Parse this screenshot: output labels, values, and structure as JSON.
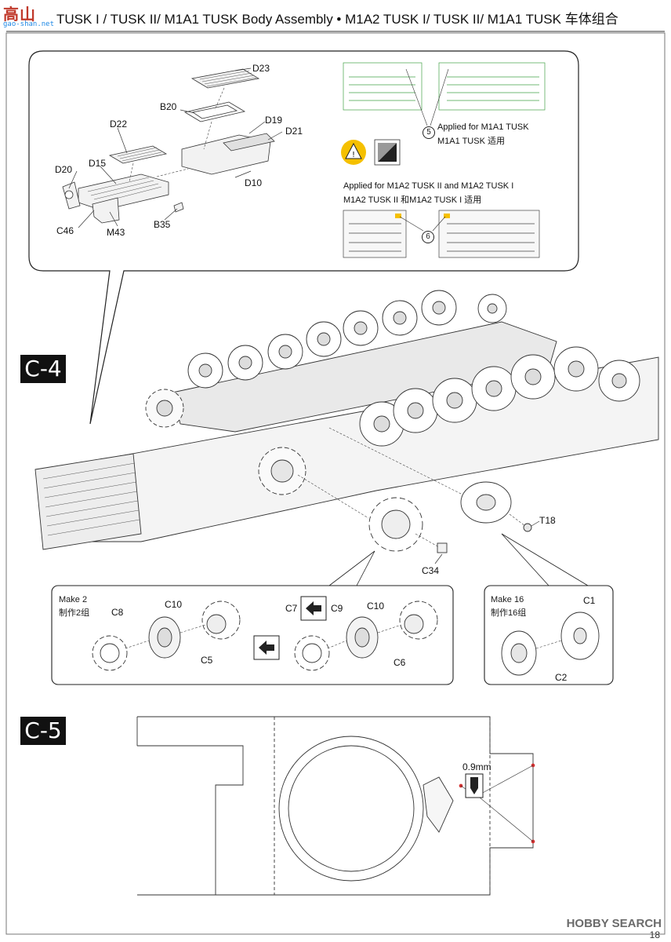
{
  "header": {
    "logo_text": "高山",
    "logo_sub": "gao-shan.net",
    "title": "TUSK I / TUSK II/ M1A1 TUSK Body Assembly • M1A2 TUSK I/ TUSK II/ M1A1 TUSK 车体组合"
  },
  "steps": {
    "c4": "C-4",
    "c5": "C-5"
  },
  "callout": {
    "parts": [
      "D23",
      "B20",
      "D19",
      "D21",
      "D22",
      "D15",
      "D20",
      "D10",
      "C46",
      "M43",
      "B35"
    ],
    "variant_a_num": "5",
    "variant_a_en": "Applied for M1A1 TUSK",
    "variant_a_cn": "M1A1 TUSK 适用",
    "variant_b_num": "6",
    "variant_b_en": "Applied for M1A2 TUSK II and M1A2 TUSK I",
    "variant_b_cn": "M1A2 TUSK II 和M1A2 TUSK I 适用"
  },
  "c4": {
    "t18": "T18",
    "c34": "C34"
  },
  "sprocket_box": {
    "make_en": "Make 2",
    "make_cn": "制作2组",
    "c8": "C8",
    "c10a": "C10",
    "c5": "C5",
    "c7": "C7",
    "c9": "C9",
    "c10b": "C10",
    "c6": "C6"
  },
  "wheel_box": {
    "make_en": "Make 16",
    "make_cn": "制作16组",
    "c1": "C1",
    "c2": "C2"
  },
  "c5": {
    "drill": "0.9mm"
  },
  "footer": {
    "brand": "HOBBY SEARCH",
    "page": "18"
  },
  "colors": {
    "accent_green": "#2e7d32",
    "warning_yellow": "#f5c000",
    "logo_red": "#c0392b"
  }
}
